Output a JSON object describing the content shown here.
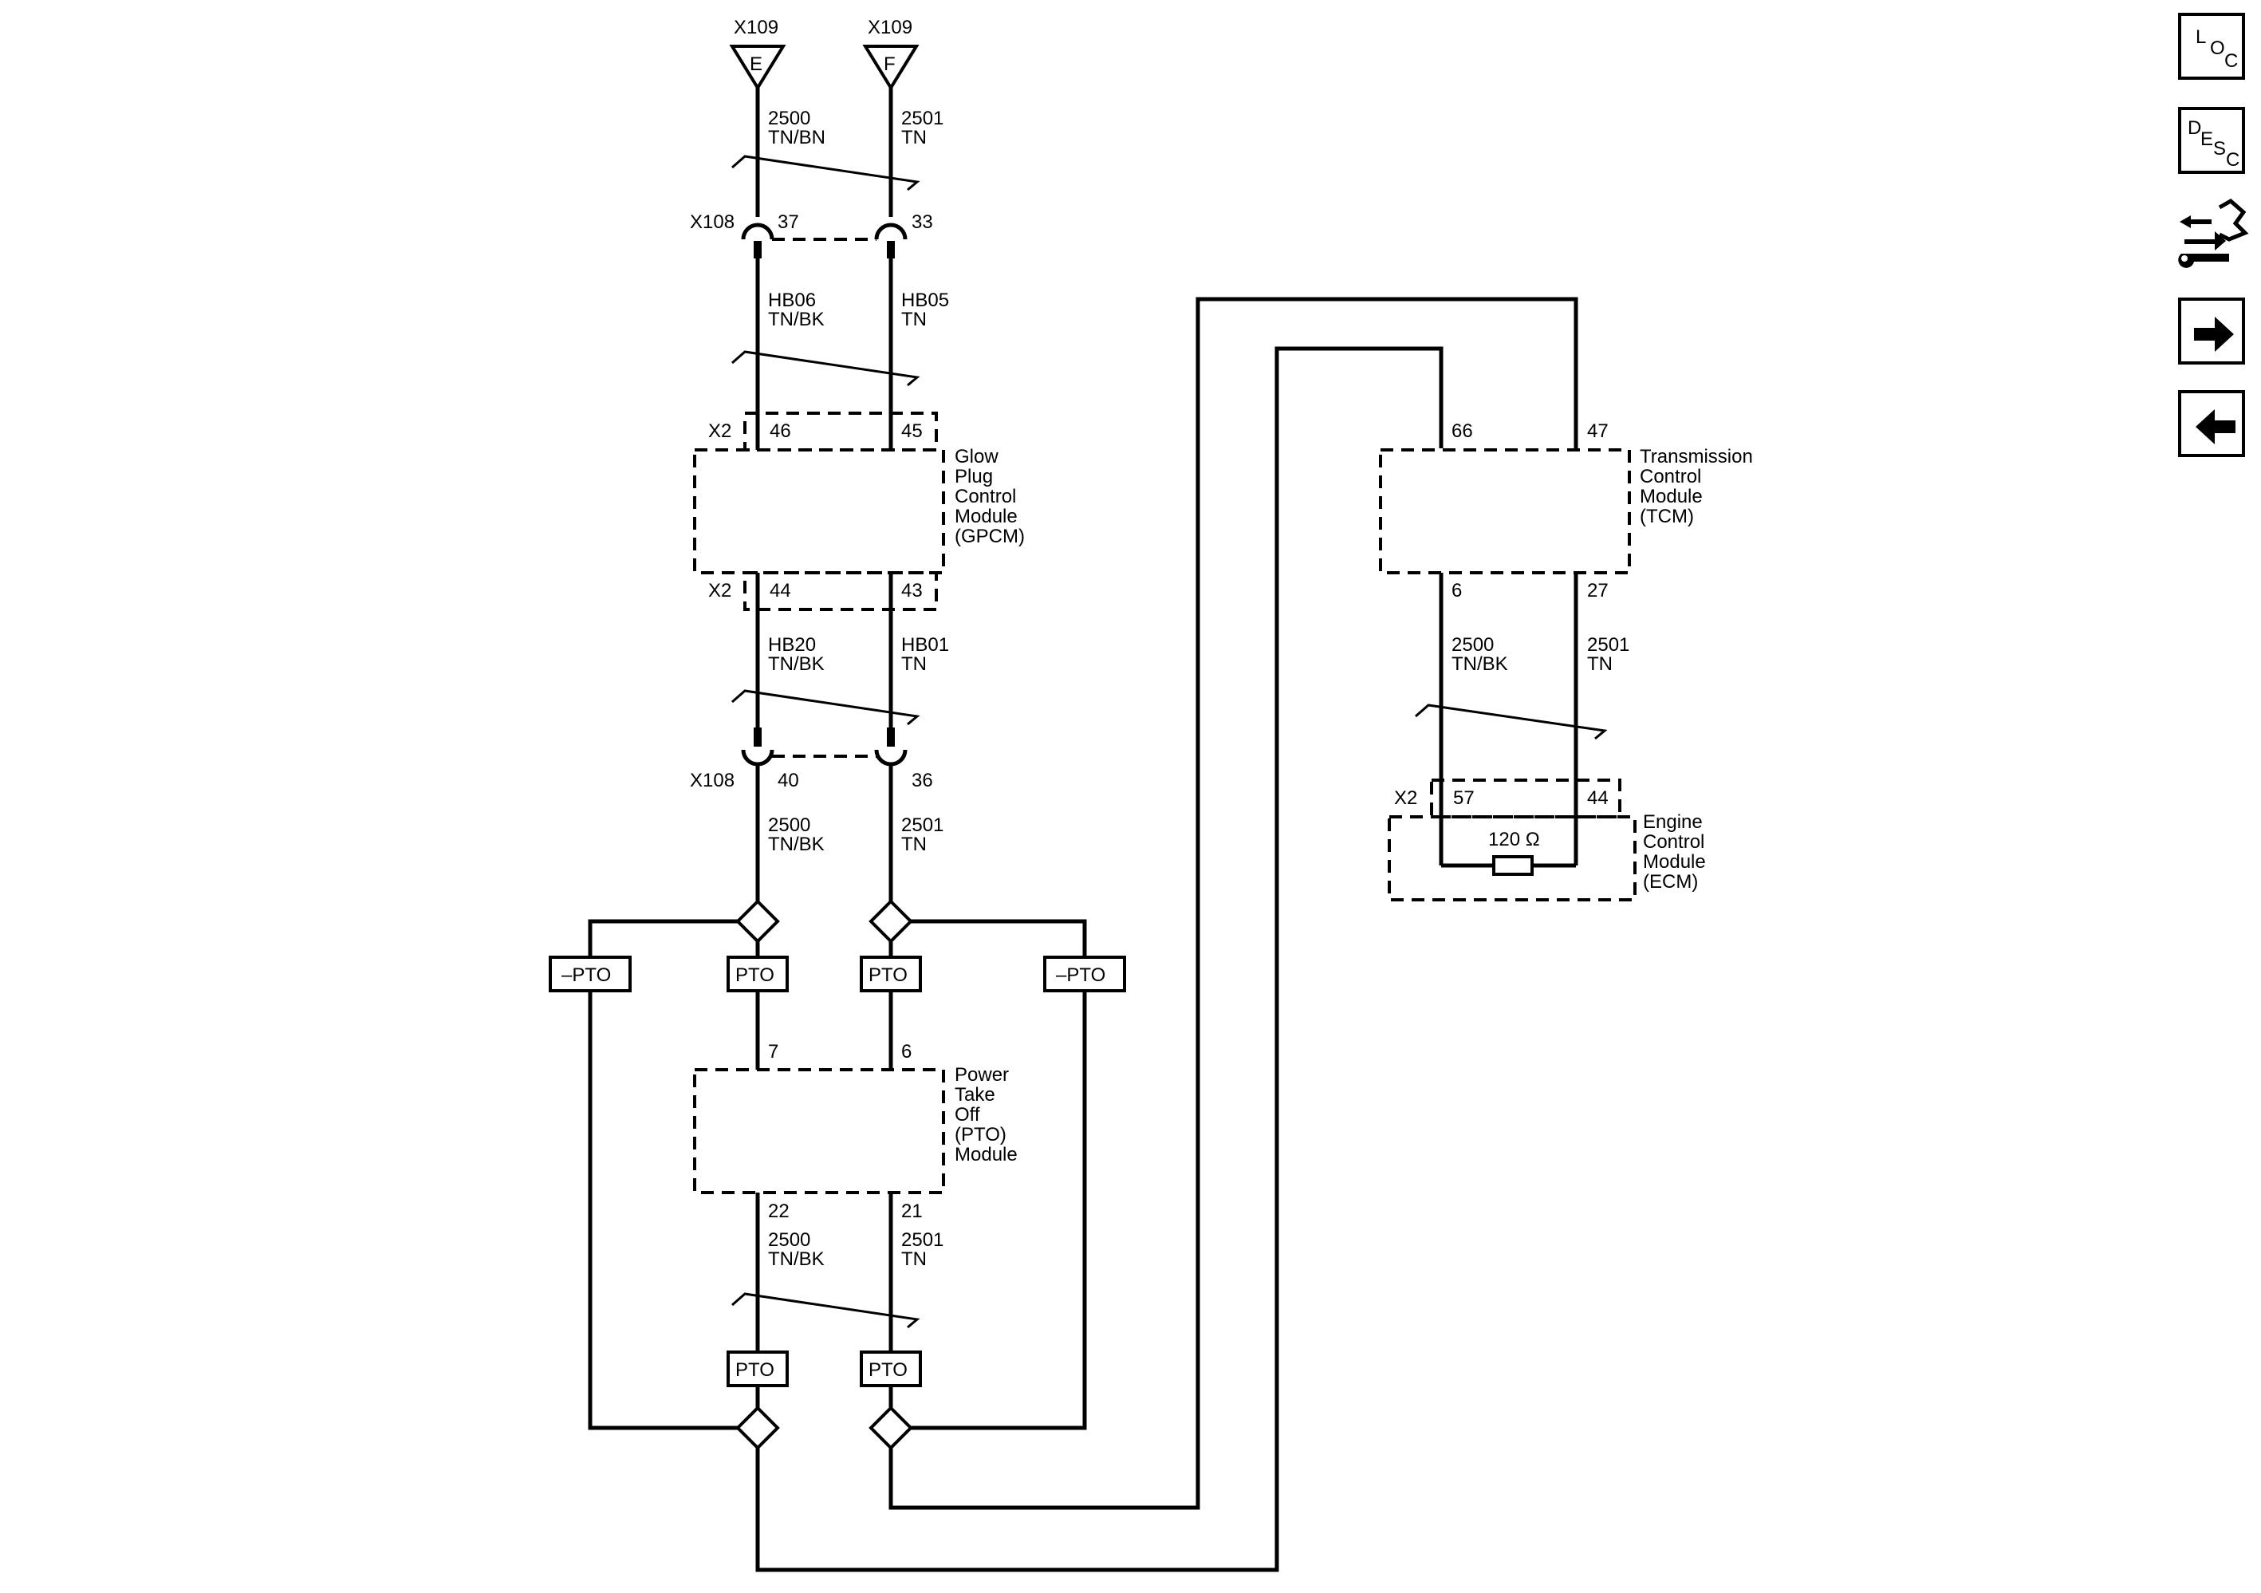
{
  "connectors": {
    "x109_e": {
      "name": "X109",
      "pin": "E"
    },
    "x109_f": {
      "name": "X109",
      "pin": "F"
    },
    "x108_top": {
      "name": "X108",
      "pin_left": "37",
      "pin_right": "33"
    },
    "x108_bottom": {
      "name": "X108",
      "pin_left": "40",
      "pin_right": "36"
    }
  },
  "wires": {
    "w_top_left": {
      "circuit": "2500",
      "color": "TN/BN"
    },
    "w_top_right": {
      "circuit": "2501",
      "color": "TN"
    },
    "w_hb06": {
      "circuit": "HB06",
      "color": "TN/BK"
    },
    "w_hb05": {
      "circuit": "HB05",
      "color": "TN"
    },
    "w_hb20": {
      "circuit": "HB20",
      "color": "TN/BK"
    },
    "w_hb01": {
      "circuit": "HB01",
      "color": "TN"
    },
    "w_mid_left": {
      "circuit": "2500",
      "color": "TN/BK"
    },
    "w_mid_right": {
      "circuit": "2501",
      "color": "TN"
    },
    "w_pto_left": {
      "circuit": "2500",
      "color": "TN/BK"
    },
    "w_pto_right": {
      "circuit": "2501",
      "color": "TN"
    },
    "w_tcm_left": {
      "circuit": "2500",
      "color": "TN/BK"
    },
    "w_tcm_right": {
      "circuit": "2501",
      "color": "TN"
    }
  },
  "gpcm": {
    "label_lines": [
      "Glow",
      "Plug",
      "Control",
      "Module",
      "(GPCM)"
    ],
    "top_connector": "X2",
    "top_pins": [
      "46",
      "45"
    ],
    "bottom_connector": "X2",
    "bottom_pins": [
      "44",
      "43"
    ]
  },
  "pto_module": {
    "label_lines": [
      "Power",
      "Take",
      "Off",
      "(PTO)",
      "Module"
    ],
    "top_pins": [
      "7",
      "6"
    ],
    "bottom_pins": [
      "22",
      "21"
    ]
  },
  "tcm": {
    "label_lines": [
      "Transmission",
      "Control",
      "Module",
      "(TCM)"
    ],
    "top_pins": [
      "66",
      "47"
    ],
    "bottom_pins": [
      "6",
      "27"
    ]
  },
  "ecm": {
    "label_lines": [
      "Engine",
      "Control",
      "Module",
      "(ECM)"
    ],
    "connector": "X2",
    "pins": [
      "57",
      "44"
    ],
    "resistor": "120 Ω"
  },
  "options": {
    "pto": "PTO",
    "no_pto": "–PTO"
  },
  "nav": {
    "loc": [
      "L",
      "O",
      "C"
    ],
    "desc": [
      "D",
      "E",
      "S",
      "C"
    ],
    "icons": [
      "loc-icon",
      "desc-icon",
      "connector-tool-icon",
      "arrow-right-icon",
      "arrow-left-icon"
    ]
  }
}
